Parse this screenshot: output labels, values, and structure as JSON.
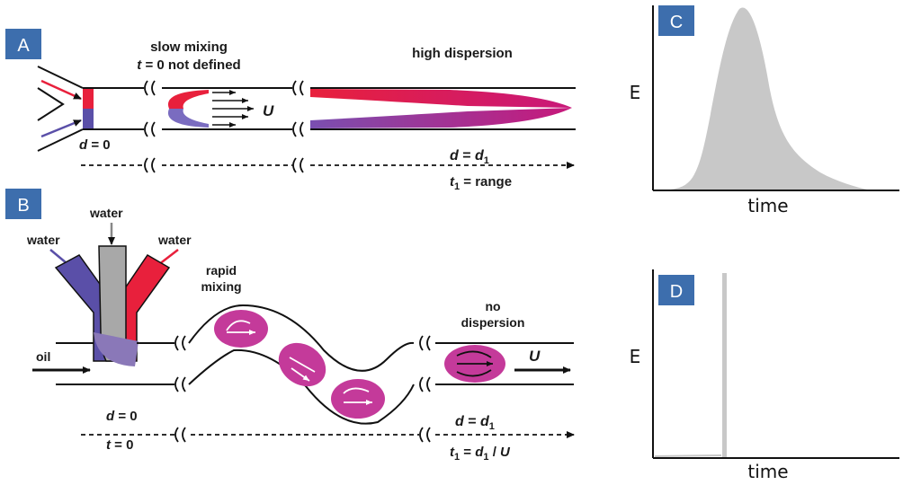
{
  "panels": {
    "a": {
      "badge": "A",
      "slow_mixing": "slow mixing",
      "t0_var": "t",
      "t0_rest": " = 0 not defined",
      "high_dispersion": "high dispersion",
      "velocity": "U",
      "d0_var": "d",
      "d0_rest": " = 0",
      "d1_var": "d",
      "d1_eq": " = ",
      "d1_val": "d",
      "d1_sub": "1",
      "t1_var": "t",
      "t1_sub": "1",
      "t1_rest": " = range"
    },
    "b": {
      "badge": "B",
      "water_left": "water",
      "water_top": "water",
      "water_right": "water",
      "oil": "oil",
      "rapid": "rapid",
      "mixing": "mixing",
      "no": "no",
      "dispersion": "dispersion",
      "velocity": "U",
      "d0_var": "d",
      "d0_rest": " = 0",
      "t0_var": "t",
      "t0_rest": " = 0",
      "d1_var": "d",
      "d1_eq": " = ",
      "d1_val": "d",
      "d1_sub": "1",
      "t1_var": "t",
      "t1_sub": "1",
      "t1_eq": " = ",
      "t1_d": "d",
      "t1_dsub": "1",
      "t1_div": " / ",
      "t1_u": "U"
    },
    "c": {
      "badge": "C",
      "ylabel": "E",
      "xlabel": "time"
    },
    "d": {
      "badge": "D",
      "ylabel": "E",
      "xlabel": "time"
    }
  },
  "colors": {
    "badge": "#3d6ead",
    "red": "#e8203c",
    "blue": "#5a4fa8",
    "magenta": "#c43a9a",
    "gray": "#a8a8a8",
    "curve": "#c8c8c8"
  }
}
